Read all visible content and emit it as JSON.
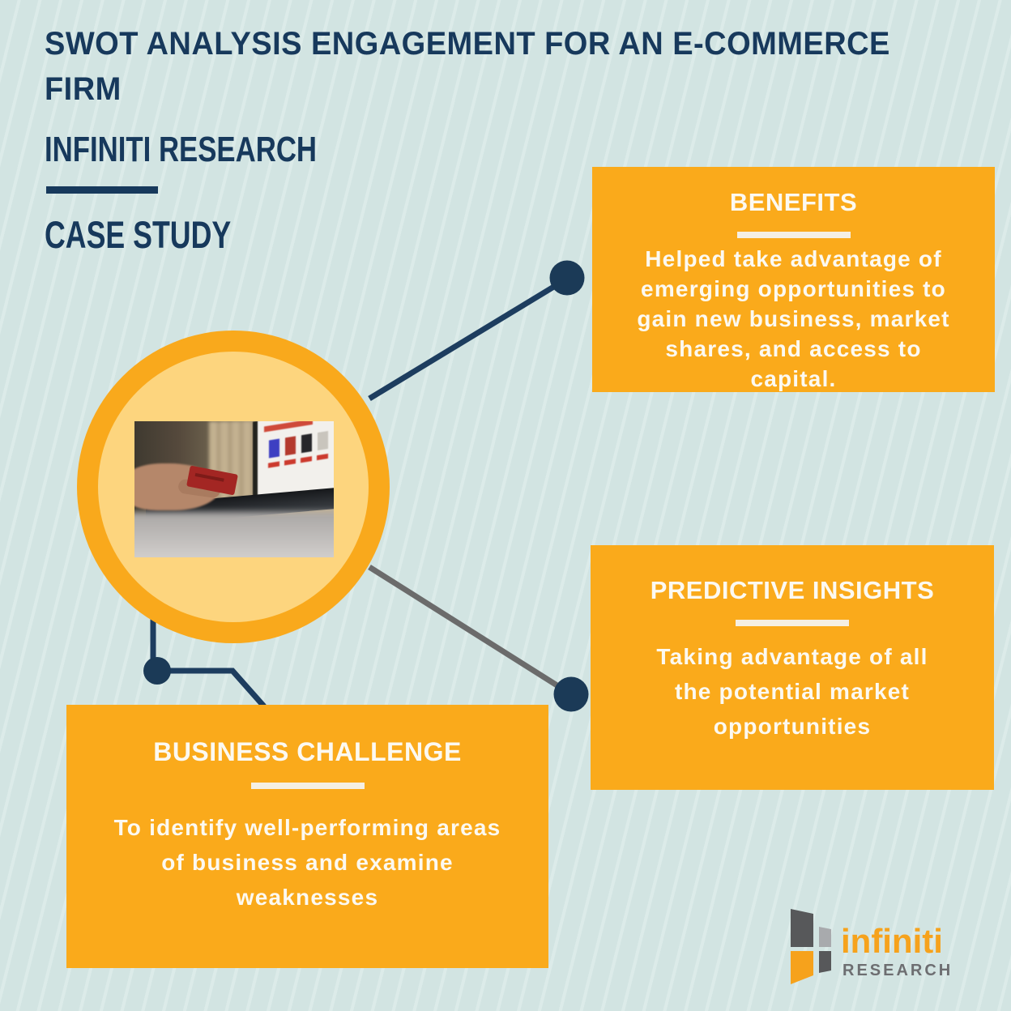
{
  "header": {
    "title_lines": [
      "SWOT ANALYSIS ENGAGEMENT FOR AN E-COMMERCE",
      "FIRM"
    ],
    "subtitle": "INFINITI RESEARCH",
    "doc_type": "CASE STUDY"
  },
  "cards": {
    "benefits": {
      "title": "BENEFITS",
      "body_lines": [
        "Helped take advantage of",
        "emerging opportunities to",
        "gain new business, market",
        "shares, and access to",
        "capital."
      ]
    },
    "predictive_insights": {
      "title": "PREDICTIVE INSIGHTS",
      "body_lines": [
        "Taking advantage of all",
        "the potential market",
        "opportunities"
      ]
    },
    "business_challenge": {
      "title": "BUSINESS CHALLENGE",
      "body_lines": [
        "To identify well-performing areas",
        "of business and examine",
        "weaknesses"
      ]
    }
  },
  "logo": {
    "brand": "infiniti",
    "subbrand": "RESEARCH"
  },
  "colors": {
    "background": "#d2e4e2",
    "stripe": "#dcebe9",
    "navy": "#17395c",
    "card_orange": "#faaa1b",
    "circle_ring": "#f9a91c",
    "circle_fill": "#fdd57e",
    "connector_gray": "#6b6b6b",
    "card_text": "#fcf9f1",
    "logo_orange": "#f6a21c",
    "logo_gray": "#6d6e71"
  }
}
